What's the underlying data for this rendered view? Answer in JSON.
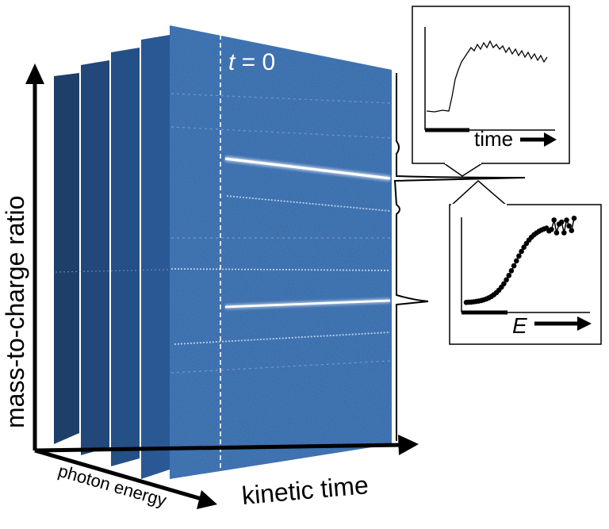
{
  "axes": {
    "y_label": "mass-to-charge ratio",
    "x_label": "kinetic time",
    "z_label": "photon energy"
  },
  "main_panel": {
    "t0_marker": "t = 0",
    "t0_symbol": "t",
    "t0_suffix": " = 0",
    "panel_color": "#2c64a8",
    "back_panel_colors": [
      "#1f3f6b",
      "#22477a",
      "#254f87",
      "#295894"
    ]
  },
  "inset_time": {
    "label": "time"
  },
  "inset_energy": {
    "label": "E"
  }
}
